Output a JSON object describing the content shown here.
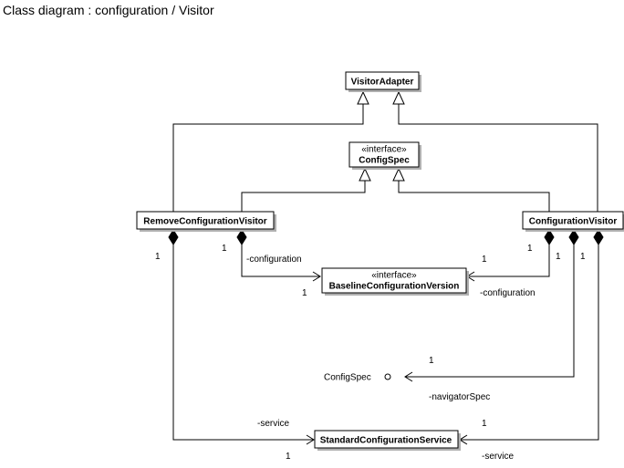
{
  "title": "Class diagram : configuration / Visitor",
  "classes": {
    "visitor_adapter": {
      "name": "VisitorAdapter"
    },
    "config_spec": {
      "stereotype": "«interface»",
      "name": "ConfigSpec"
    },
    "remove_configuration_visitor": {
      "name": "RemoveConfigurationVisitor"
    },
    "configuration_visitor": {
      "name": "ConfigurationVisitor"
    },
    "baseline_configuration_version": {
      "stereotype": "«interface»",
      "name": "BaselineConfigurationVersion"
    },
    "standard_configuration_service": {
      "name": "StandardConfigurationService"
    }
  },
  "interface_lollipop": {
    "name": "ConfigSpec"
  },
  "associations": {
    "remove_to_baseline": {
      "role": "-configuration",
      "source_mult": "1",
      "target_mult": "1"
    },
    "config_to_baseline": {
      "role": "-configuration",
      "source_mult": "1",
      "target_mult": "1"
    },
    "config_to_navigator": {
      "role": "-navigatorSpec",
      "source_mult": "1",
      "target_mult": "1"
    },
    "remove_to_service": {
      "role": "-service",
      "source_mult": "1",
      "target_mult": "1"
    },
    "config_to_service": {
      "role": "-service",
      "source_mult": "1",
      "target_mult": "1"
    }
  }
}
